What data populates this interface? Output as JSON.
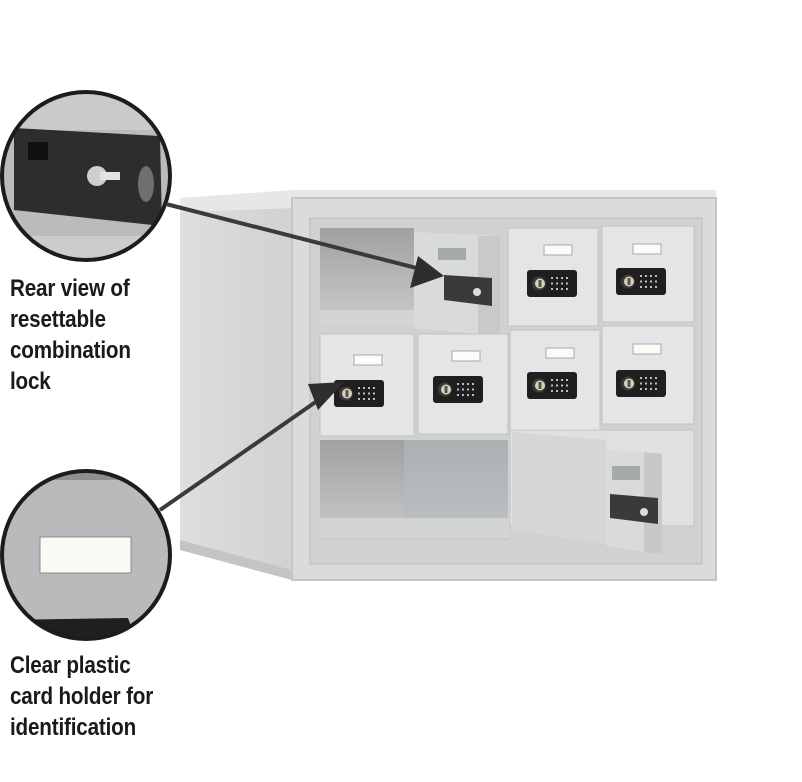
{
  "product": {
    "description": "Wall-mounted cell phone / valuables locker with 3 rows of compartments and resettable combination locks",
    "rows": 3,
    "doors": [
      {
        "row": 1,
        "col": 1,
        "state": "open",
        "lock": "rear-view"
      },
      {
        "row": 1,
        "col": 3,
        "state": "closed",
        "lock": "combination"
      },
      {
        "row": 1,
        "col": 4,
        "state": "closed",
        "lock": "combination"
      },
      {
        "row": 2,
        "col": 1,
        "state": "closed",
        "lock": "combination"
      },
      {
        "row": 2,
        "col": 2,
        "state": "closed",
        "lock": "combination"
      },
      {
        "row": 2,
        "col": 3,
        "state": "closed",
        "lock": "combination"
      },
      {
        "row": 2,
        "col": 4,
        "state": "closed",
        "lock": "combination"
      },
      {
        "row": 3,
        "col": 1,
        "state": "open",
        "lock": "rear-view"
      }
    ],
    "colors": {
      "body": "#d6d8da",
      "door": "#e4e5e7",
      "lock": "#1e1e1e",
      "label": "#ffffff"
    }
  },
  "callouts": [
    {
      "id": "lock",
      "icon": "lock-detail-icon",
      "lines": [
        "Rear view of",
        "resettable",
        "combination",
        "lock"
      ]
    },
    {
      "id": "card-holder",
      "icon": "card-holder-detail-icon",
      "lines": [
        "Clear plastic",
        "card holder for",
        "identification"
      ]
    }
  ]
}
